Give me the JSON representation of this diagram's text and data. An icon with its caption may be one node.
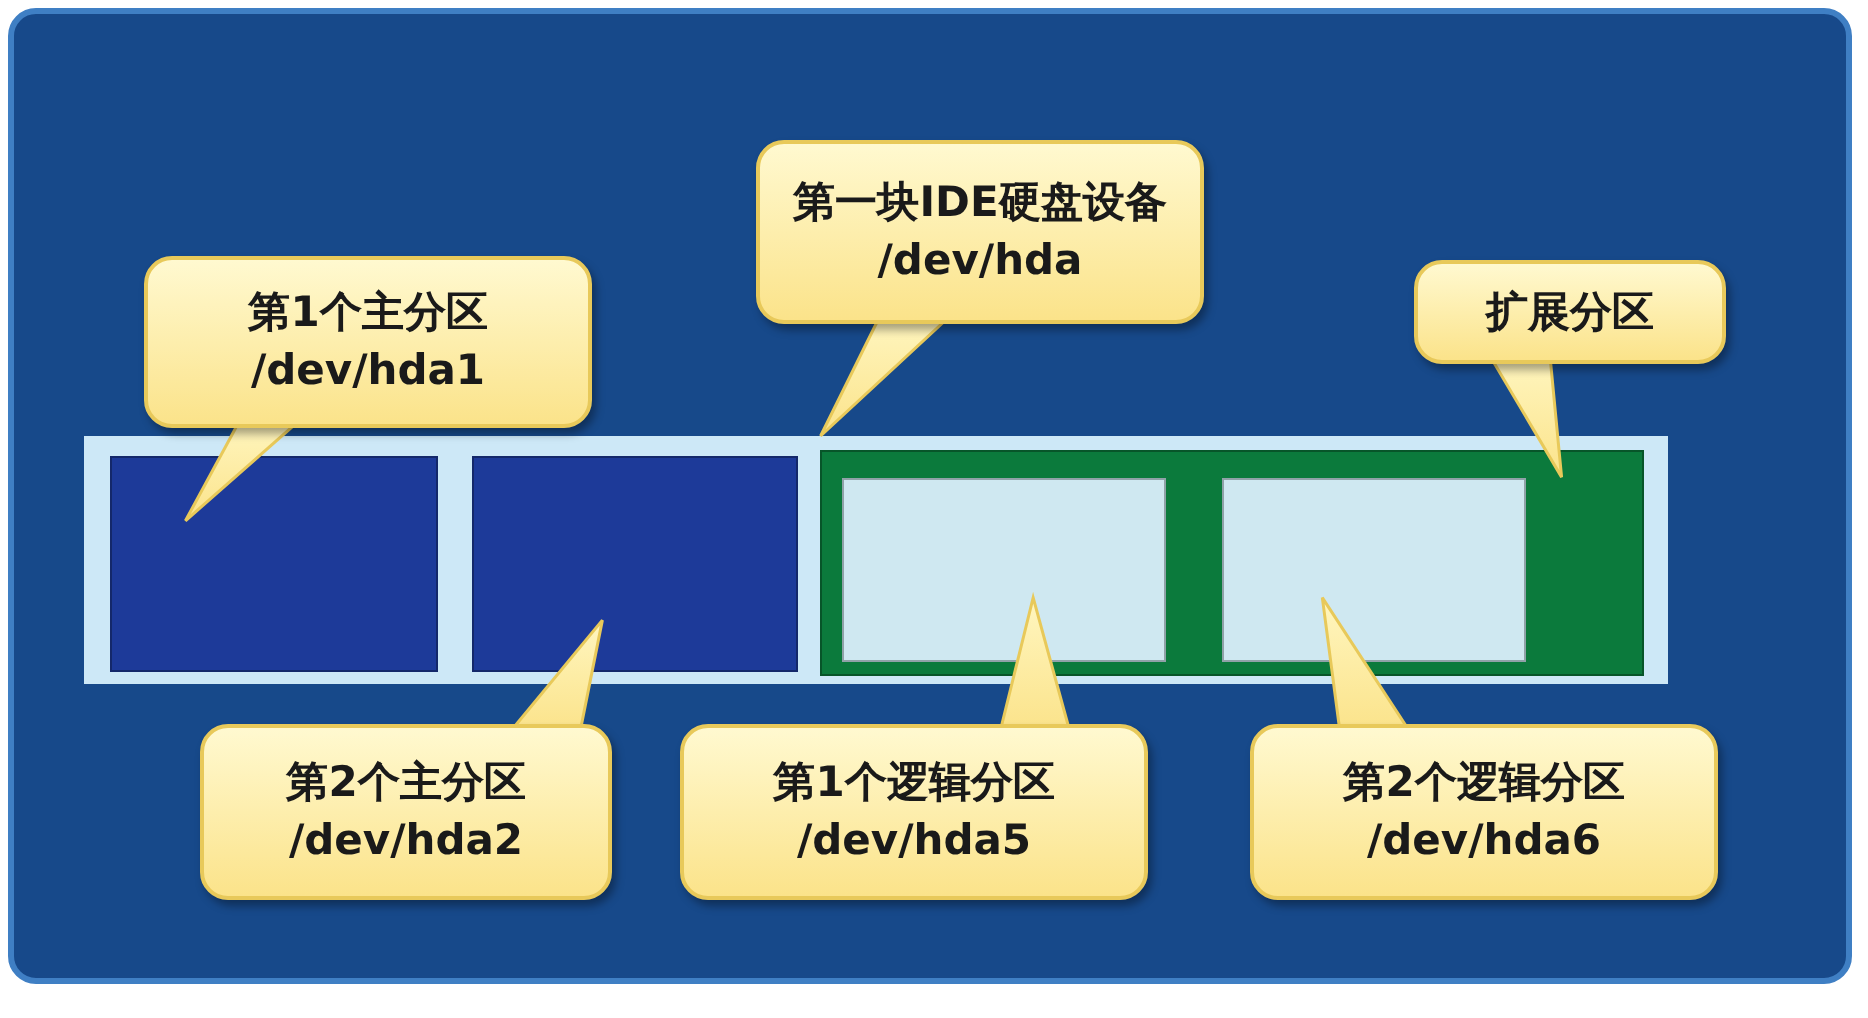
{
  "diagram": {
    "nodes": [
      {
        "text": [],
        "shape": "bar"
      },
      {
        "text": [],
        "shape": "box",
        "in": 0
      },
      {
        "text": [],
        "shape": "box",
        "in": 0
      },
      {
        "text": [],
        "shape": "box",
        "in": 0
      },
      {
        "text": [],
        "shape": "box",
        "in": 3
      },
      {
        "text": [],
        "shape": "box",
        "in": 3
      },
      {
        "text": [
          "第1个主分区",
          "/dev/hda1"
        ]
      },
      {
        "text": [
          "第一块IDE硬盘设备",
          "/dev/hda"
        ]
      },
      {
        "text": [
          "扩展分区"
        ]
      },
      {
        "text": [
          "第2个主分区",
          "/dev/hda2"
        ]
      },
      {
        "text": [
          "第1个逻辑分区",
          "/dev/hda5"
        ]
      },
      {
        "text": [
          "第2个逻辑分区",
          "/dev/hda6"
        ]
      }
    ],
    "edges": [
      {
        "from": 6,
        "to": 1,
        "arrow": "to"
      },
      {
        "from": 7,
        "to": 0,
        "arrow": "to"
      },
      {
        "from": 8,
        "to": 3,
        "arrow": "to"
      },
      {
        "from": 9,
        "to": 2,
        "arrow": "to"
      },
      {
        "from": 10,
        "to": 4,
        "arrow": "to"
      },
      {
        "from": 11,
        "to": 5,
        "arrow": "to"
      }
    ]
  }
}
